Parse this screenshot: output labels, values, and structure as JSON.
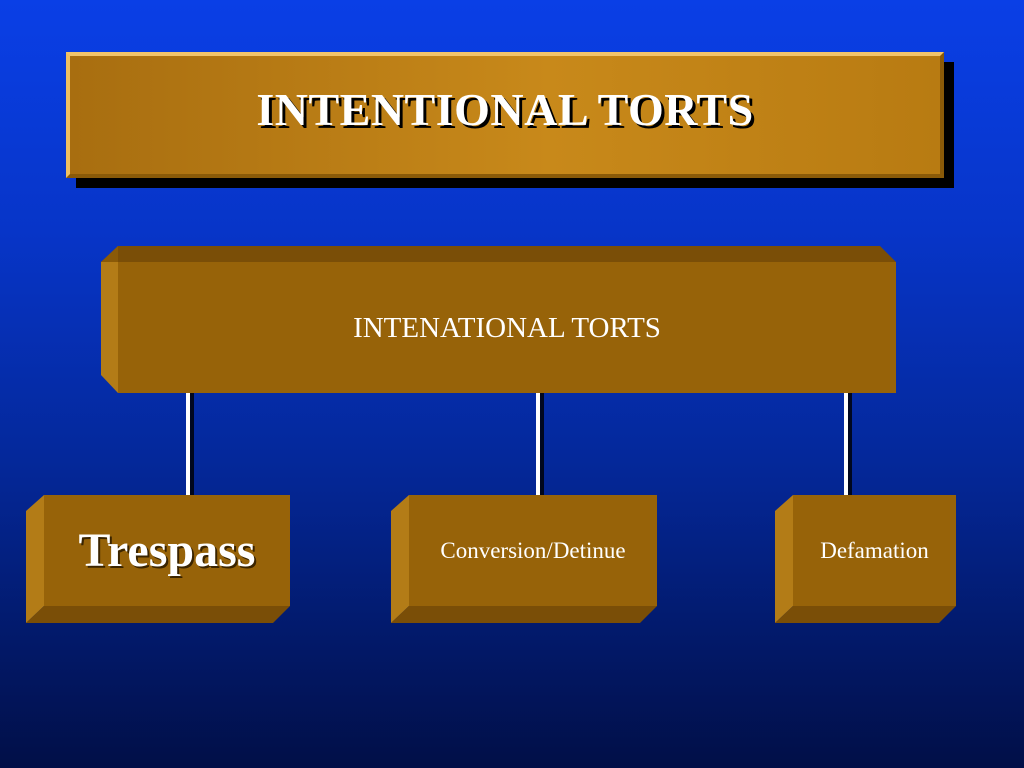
{
  "title": "INTENTIONAL TORTS",
  "diagram": {
    "root": "INTENATIONAL TORTS",
    "children": [
      "Trespass",
      "Conversion/Detinue",
      "Defamation"
    ]
  },
  "colors": {
    "background_top": "#0a3fe6",
    "background_bottom": "#010f47",
    "title_fill": "#c8891a",
    "box_fill": "#976309",
    "box_top_face": "#7a4e07",
    "box_side_face": "#b37c17",
    "connector": "#ffffff"
  }
}
